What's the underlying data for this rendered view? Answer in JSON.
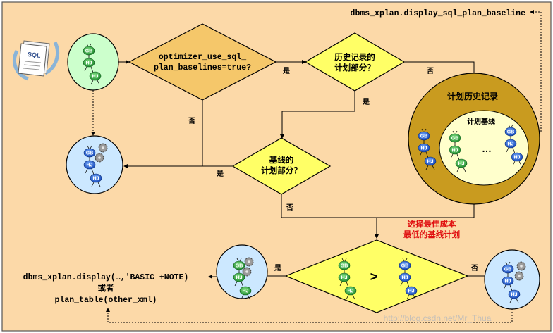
{
  "diagram": {
    "top_right_label": "dbms_xplan.display_sql_plan_baseline",
    "sql_icon_text": "SQL",
    "decision_optimizer": [
      "optimizer_use_sql_",
      "plan_baselines=true?"
    ],
    "decision_history": [
      "历史记录的",
      "计划部分？"
    ],
    "decision_baseline": [
      "基线的",
      "计划部分？"
    ],
    "history_circle_label": "计划历史记录",
    "baseline_circle_label": "计划基线",
    "ellipsis": "…",
    "gt_symbol": ">",
    "select_plan_label": [
      "选择最佳成本",
      "最低的基线计划"
    ],
    "bottom_left_label": [
      "dbms_xplan.display(…,'BASIC +NOTE)",
      "或者",
      "plan_table(other_xml)"
    ],
    "yes": "是",
    "no": "否",
    "node_labels": {
      "gb": "GB",
      "hj": "HJ"
    },
    "watermark": "http://blog.csdn.net/Mr_Thua",
    "colors": {
      "background": "#FCD9A8",
      "diamond_orange": "#F5C76A",
      "diamond_yellow": "#FFFF66",
      "circle_green": "#CCFFCC",
      "circle_blue": "#CCE8FF",
      "history_gold": "#C99B1F",
      "baseline_cream": "#FFFFCC",
      "node_green": "#33AA44",
      "node_blue": "#2C6BD8",
      "red_text": "#E01010"
    }
  }
}
